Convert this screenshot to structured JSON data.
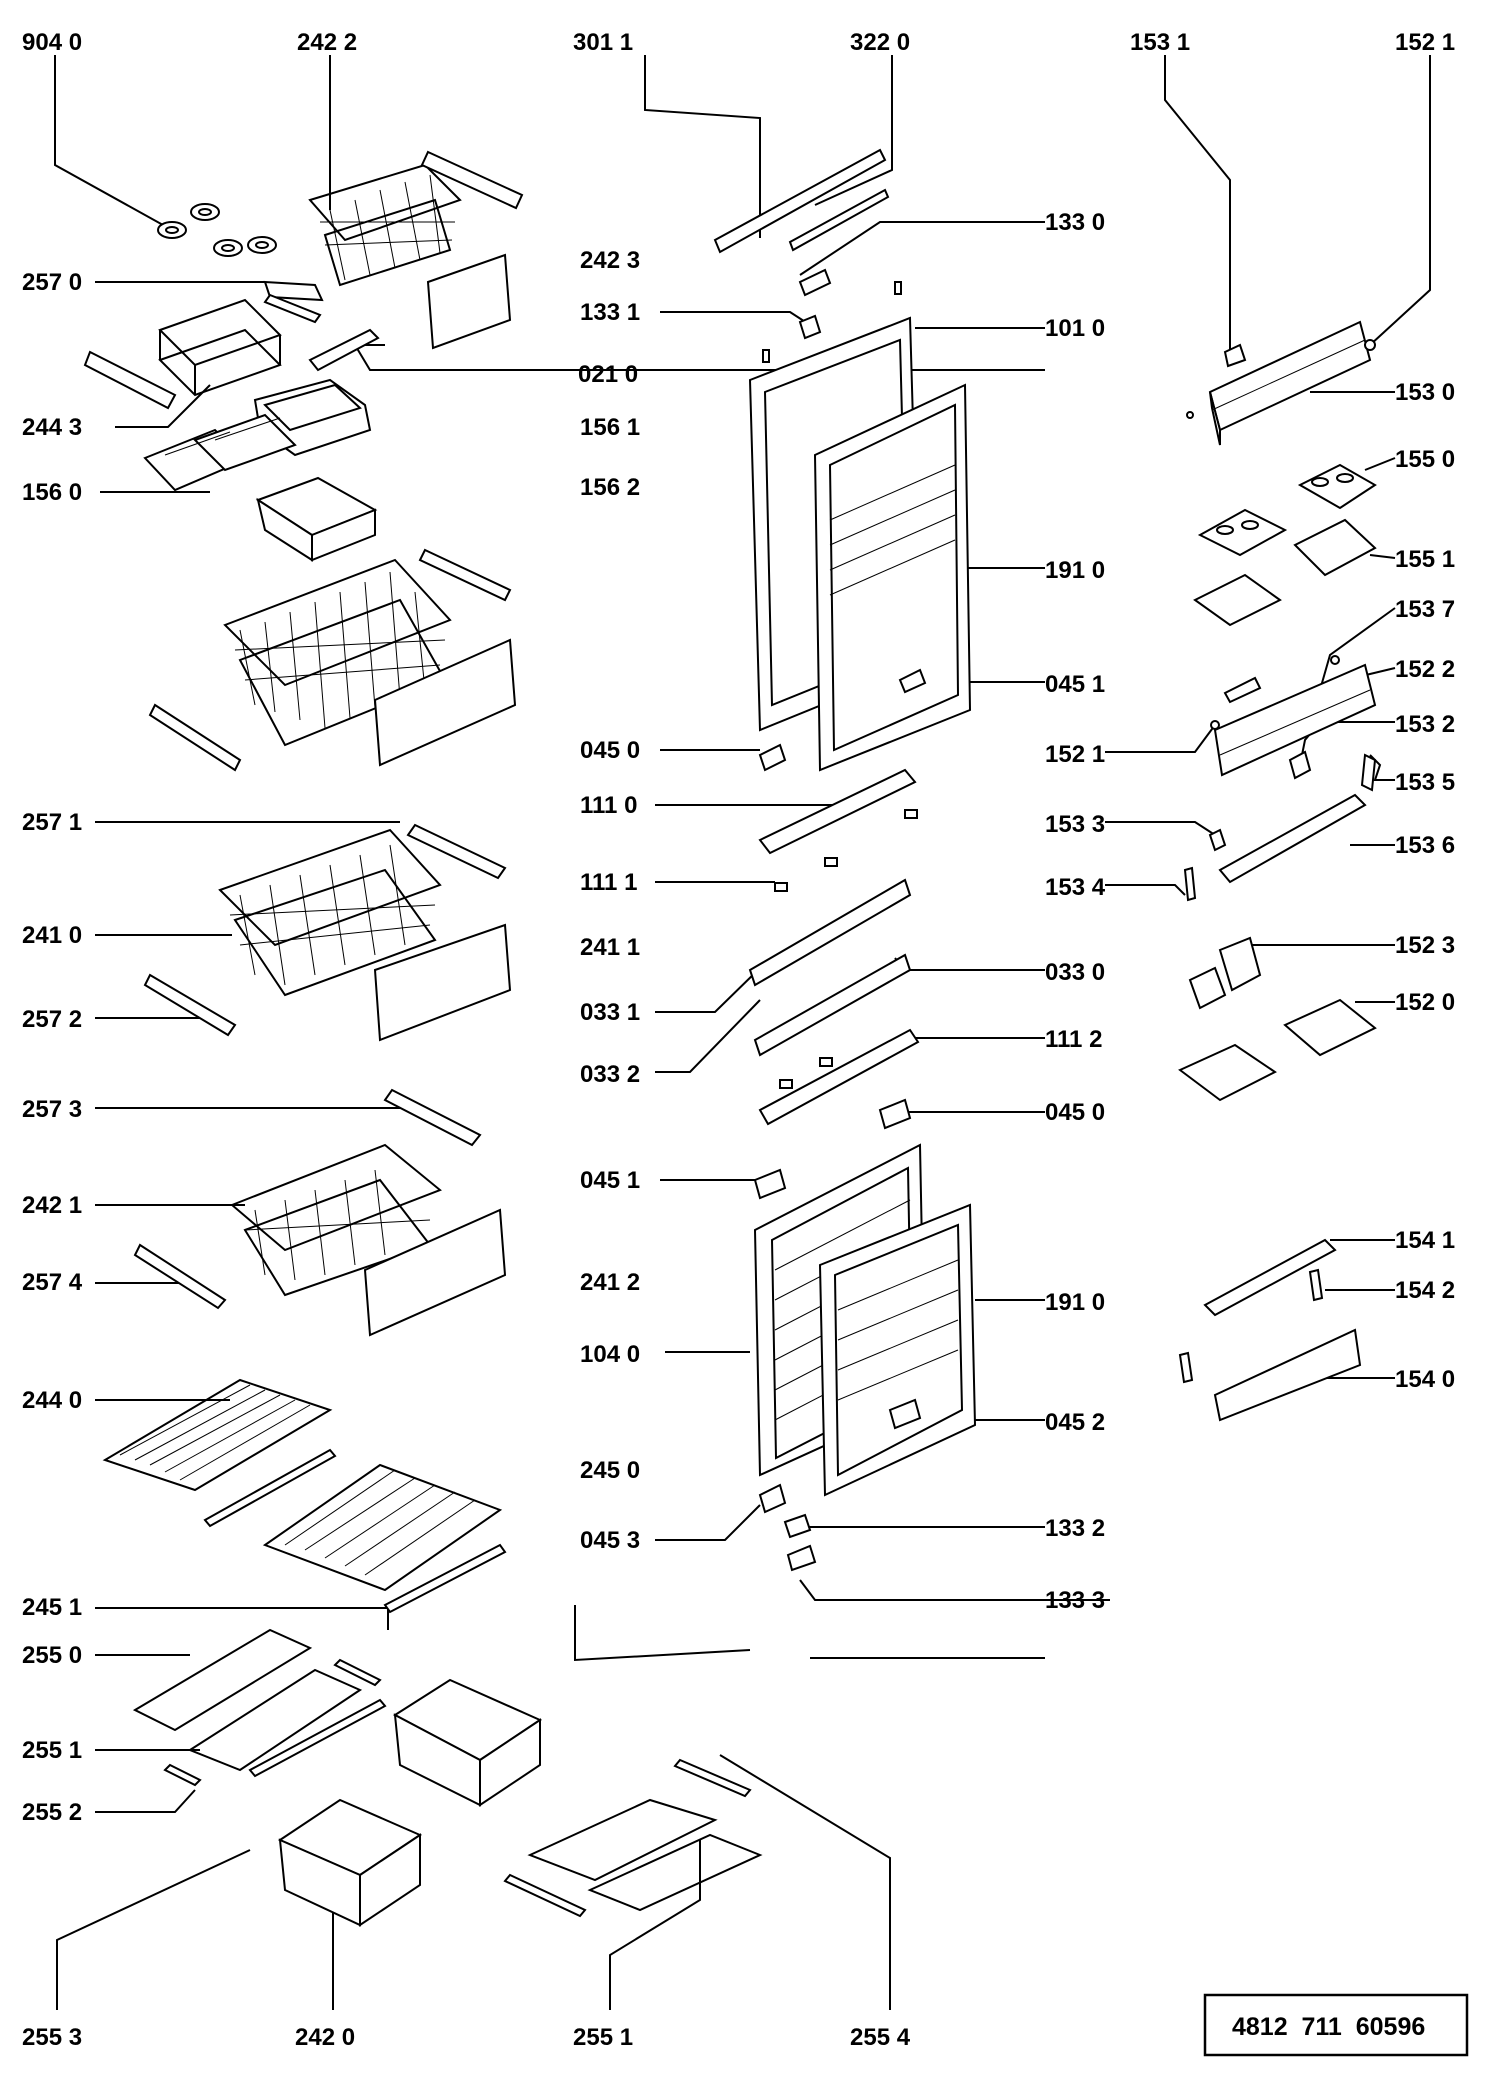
{
  "labels": [
    {
      "id": "l01",
      "text": "904 0"
    },
    {
      "id": "l02",
      "text": "242 2"
    },
    {
      "id": "l03",
      "text": "301 1"
    },
    {
      "id": "l04",
      "text": "322 0"
    },
    {
      "id": "l05",
      "text": "153 1"
    },
    {
      "id": "l06",
      "text": "152 1"
    },
    {
      "id": "l07",
      "text": "133 0"
    },
    {
      "id": "l08",
      "text": "257 0"
    },
    {
      "id": "l09",
      "text": "242 3"
    },
    {
      "id": "l10",
      "text": "133 1"
    },
    {
      "id": "l11",
      "text": "101 0"
    },
    {
      "id": "l12",
      "text": "021 0"
    },
    {
      "id": "l13",
      "text": "153 0"
    },
    {
      "id": "l14",
      "text": "244 3"
    },
    {
      "id": "l15",
      "text": "156 1"
    },
    {
      "id": "l16",
      "text": "155 0"
    },
    {
      "id": "l17",
      "text": "156 0"
    },
    {
      "id": "l18",
      "text": "156 2"
    },
    {
      "id": "l19",
      "text": "155 1"
    },
    {
      "id": "l20",
      "text": "191 0"
    },
    {
      "id": "l21",
      "text": "153 7"
    },
    {
      "id": "l22",
      "text": "045 1"
    },
    {
      "id": "l23",
      "text": "152 2"
    },
    {
      "id": "l24",
      "text": "045 0"
    },
    {
      "id": "l25",
      "text": "152 1"
    },
    {
      "id": "l26",
      "text": "153 2"
    },
    {
      "id": "l27",
      "text": "111 0"
    },
    {
      "id": "l28",
      "text": "153 5"
    },
    {
      "id": "l29",
      "text": "257 1"
    },
    {
      "id": "l30",
      "text": "153 3"
    },
    {
      "id": "l31",
      "text": "153 6"
    },
    {
      "id": "l32",
      "text": "111 1"
    },
    {
      "id": "l33",
      "text": "153 4"
    },
    {
      "id": "l34",
      "text": "241 0"
    },
    {
      "id": "l35",
      "text": "241 1"
    },
    {
      "id": "l36",
      "text": "152 3"
    },
    {
      "id": "l37",
      "text": "033 0"
    },
    {
      "id": "l38",
      "text": "033 1"
    },
    {
      "id": "l39",
      "text": "257 2"
    },
    {
      "id": "l40",
      "text": "152 0"
    },
    {
      "id": "l41",
      "text": "111 2"
    },
    {
      "id": "l42",
      "text": "033 2"
    },
    {
      "id": "l43",
      "text": "257 3"
    },
    {
      "id": "l44",
      "text": "045 0"
    },
    {
      "id": "l45",
      "text": "045 1"
    },
    {
      "id": "l46",
      "text": "242 1"
    },
    {
      "id": "l47",
      "text": "154 1"
    },
    {
      "id": "l48",
      "text": "154 2"
    },
    {
      "id": "l49",
      "text": "257 4"
    },
    {
      "id": "l50",
      "text": "241 2"
    },
    {
      "id": "l51",
      "text": "191 0"
    },
    {
      "id": "l52",
      "text": "104 0"
    },
    {
      "id": "l53",
      "text": "154 0"
    },
    {
      "id": "l54",
      "text": "244 0"
    },
    {
      "id": "l55",
      "text": "045 2"
    },
    {
      "id": "l56",
      "text": "245 0"
    },
    {
      "id": "l57",
      "text": "045 3"
    },
    {
      "id": "l58",
      "text": "133 2"
    },
    {
      "id": "l59",
      "text": "133 3"
    },
    {
      "id": "l60",
      "text": "245 1"
    },
    {
      "id": "l61",
      "text": "255 0"
    },
    {
      "id": "l62",
      "text": "255 1"
    },
    {
      "id": "l63",
      "text": "255 2"
    },
    {
      "id": "l64",
      "text": "255 3"
    },
    {
      "id": "l65",
      "text": "242 0"
    },
    {
      "id": "l66",
      "text": "255 1"
    },
    {
      "id": "l67",
      "text": "255 4"
    }
  ],
  "document_code": "4812  711  60596"
}
